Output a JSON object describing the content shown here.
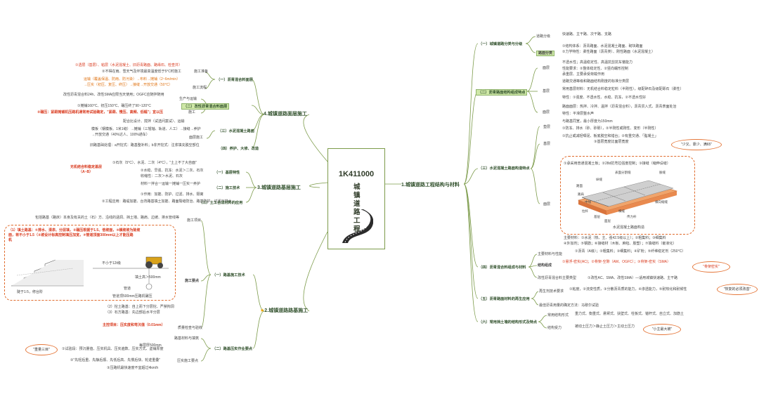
{
  "center": {
    "title": "1K411000",
    "chars": [
      "城",
      "镇",
      "道",
      "路",
      "工",
      "程"
    ]
  },
  "sections": {
    "s1": "1.城镇道路工程结构与材料",
    "s2": "2.城镇道路路基施工",
    "s3": "3.城镇道路基层施工",
    "s4": "4.城镇道路面层施工"
  },
  "right": {
    "r1": {
      "title": "（一）城镇道路分类与分级",
      "grade_label": "道路分级",
      "grade_text": "快速路、主干路、次干路、支路",
      "pave_label": "路面分类",
      "pave_text1": "①结构体系：沥青路面、水泥混凝土路面、砌块路面",
      "pave_text2": "②力学特性：柔性路面（沥青类）、刚性路面（水泥混凝土）"
    },
    "r2": {
      "title": "（二）沥青路面结构组成特点",
      "mian_label": "面层",
      "mian1": "不透水性；高温稳定性、高温抗剪抗车辙能力",
      "mian2": "性能要求：②整体稳定性、②竖向蠕形控制",
      "mian3": "承重层、主要承受荷载作用",
      "jichen_label": "基层",
      "j1": "道路交通等级和路面结构刚度的标准分类层",
      "j2": "常用基层材料：无机结合料稳定粒料（半刚性），级配碎石及级配砾石（柔性）",
      "j3": "特性：①强度、不透水性、水稳、抗冻，②不透水性好",
      "bottom_label": "面层",
      "b1": "路面面层：热拌、冷拌、温拌（沥青混合料），沥青贯入式、沥青表面处治",
      "b2": "特性：平滑层整水声"
    },
    "r3": {
      "title": "（三）水泥混凝土路面构造特点",
      "dj_label": "垫层",
      "dj1": "与路基同宽，最小厚度为150mm",
      "dj2": "①防冻、排水（砂、砂砾），②半刚性或刚性、变形（半刚性）",
      "jc_label": "基层",
      "jc1": "①抗止或减轻唧泥、板底脱空和错台；②有重交通、「脂凝土」",
      "jc2": "③基层宽度比面层宽度",
      "mc_label": "面层",
      "mc1": "①承采用普通混凝土板；②28d抗弯拉强度控制；③接缝（缩伸设缝）",
      "fig_caption": "水泥混凝土路面构造",
      "fig_labels": [
        "表面分割缝",
        "纵缝",
        "胀缝",
        "路面",
        "路肩",
        "中线",
        "横向缩缝",
        "基层",
        "拉杆",
        "横缝",
        "传力杆",
        "面层"
      ],
      "mat1": "主要材料：①水泥（热、主、强42.5级以上）；②粗集料；③细集料",
      "mat2": "④外加剂；⑤钢筋；⑥接缝材（木板、麻毡、胶塑）；⑦填缝料（嵌液化）"
    },
    "r4": {
      "title": "（四）沥青混合料组成与材料",
      "a_label": "主要材料与性能",
      "a_text": "①沥青（A级）；②粗集料；③细集料；④矿粉；⑤纤维稳定剂（250°C）",
      "b_label": "结构组成",
      "b_text": "①悬浮-密实(AC)；②骨架-空隙（AM、OGFC）；③骨架-密实（SMA）",
      "c_label": "改性沥青混合料主要类型",
      "c_text": "①改性AC、SMA、改性SMA）—适用城镇快速路、主干路",
      "cloud": "\"骨架密实\""
    },
    "r5": {
      "title": "（五）沥青路面材料的再生应用",
      "a_label": "再生剂技术要求",
      "a_text": "①粘度，②流变性质，③分散沥青质的能力，④渗透能力，⑤耐热化和耐候性",
      "b_label": "最佳沥青用量的确定方法：马歇尔试验",
      "cloud": "\"恢复的必须改善\""
    },
    "r6": {
      "title": "（六）常用挡土墙的结构形式及特点",
      "a_label": "常用结构形式",
      "a_text": "重力式、衡重式、悬臂式、扶壁式、柱板式、锚杆式、自立式、加筋土",
      "b_label": "结构受力",
      "b_text": "被动土压力＞静止土压力＞主动土压力",
      "cloud": "\"小主最大被\""
    },
    "cloud_top": "\"少又、靠少、满65\""
  },
  "left4": {
    "l1": {
      "title": "（一）沥青混合料面层",
      "p1": "①透层（基层）、粘层（水泥混凝土、旧沥青路面、路缘石、检查井）",
      "p2": "②不得在雨、雪天气及环境最高温度低于5°C时施工",
      "p2_label": "施工准备",
      "p3": "运输（覆盖保温、防雨、防污染）→布料→摊铺（2~6m/min）",
      "p4": "→压实（初压、复压、终压）→接缝→开放交通（50°C）",
      "p3_label": "施工流程"
    },
    "l2": {
      "title": "（二）改性沥青混合料面层",
      "a_label": "生产与运输",
      "a_text": "改性沥青混合料24h、改性SMA应限当天使用；OGFC应随拌随用",
      "b1": "①摊铺160°C、初压150°C、碾压终了90~120°C",
      "b2": "②碾压：紧跟摊铺机压路机通常用试验确定，\"紧跟、慢压、高频、低幅\"；宜以压",
      "b_label": "施工"
    },
    "l3": {
      "title": "（三）水泥混凝土路面",
      "a1": "配合比设计、搅拌（试选问案试）、运输",
      "a2": "模板（钢模板、1米1缝）→摊铺（三辊轴、轨道、人工）→接缝→养护",
      "a3": "→开放交通（40%达人、100%通车）",
      "a_label": "面层施工",
      "b_text": "旧路基础处理：a开挖式：路基整补料；b非开挖式：注浆填充脱空部位"
    },
    "l4": {
      "title": "（四）养护、大修、改造"
    }
  },
  "left3": {
    "red_note1": "无机结合料稳定基层",
    "red_note2": "（A~B）",
    "l1": {
      "title": "（一）基层特性",
      "a1": "①石灰（5°C）、水泥、二灰（4°C），\"土上不了大自面\"",
      "a2": "②水稳、早强、抗冻：水泥＞二灰、石灰",
      "a3": "收缩性：二灰＞水泥、石灰"
    },
    "l2": {
      "title": "（二）施工技术",
      "a": "材料一拌合一运输一摊铺一压实一养护"
    },
    "l3": {
      "title": "（三）土工合成材料的应用",
      "a1": "①作用：加筋、防护、过滤、排水、隔离",
      "a2": "②工程应用：路堤加筋、台背路基填土加筋、路面裂缝防治、路基防护、过滤与排水"
    }
  },
  "left2": {
    "top": "包括路基（路床）本身及有关的土（石）方、沿线的涵洞、挡土墙、路肩、边坡、排水管线等",
    "top_label": "施工项目",
    "dash1": "（1）填土路基：①排水、清表、分层填，②碾压根据于1.5、倍坡面，③横坡坡为陡坡",
    "dash2": "面，将不小于1.5（②坡设计标高控制填压加宽，③管道顶面300mm以上才能压路",
    "dash3": "机",
    "fig_left": "陡于1:5，修台阶",
    "fig_right1": "不小于12t级",
    "fig_right2": "填土高＞500mm",
    "fig_right3": "管道",
    "fig_caption": "管道顶500mm压路机碾压",
    "q2": "（2）挖土路基：自上而下分层挖、严禁掏洞",
    "q3": "（3）石方路基：先边部后水平分层",
    "key_label": "施工要点",
    "q4": "主控项目：压实度和弯沉值（0.01mm）",
    "q4_label": "质量检查与验收",
    "l1_title": "（一）路基施工技术",
    "q5": "路基材料与填筑",
    "q6": "每层厚500mm",
    "r1": "①试验段：预沉量值、压实机具、压实遍数、压实方式、虚铺厚度",
    "r2": "②\"先轻后重、先静后振、先低后高、先慢后快、轮迹重叠\"",
    "r2_label": "压实施工要点",
    "r3": "③压路机最快速度不宜超过4km/h",
    "cloud": "\"重量三目\"",
    "l2_title": "（二）路基压实作业要点"
  }
}
